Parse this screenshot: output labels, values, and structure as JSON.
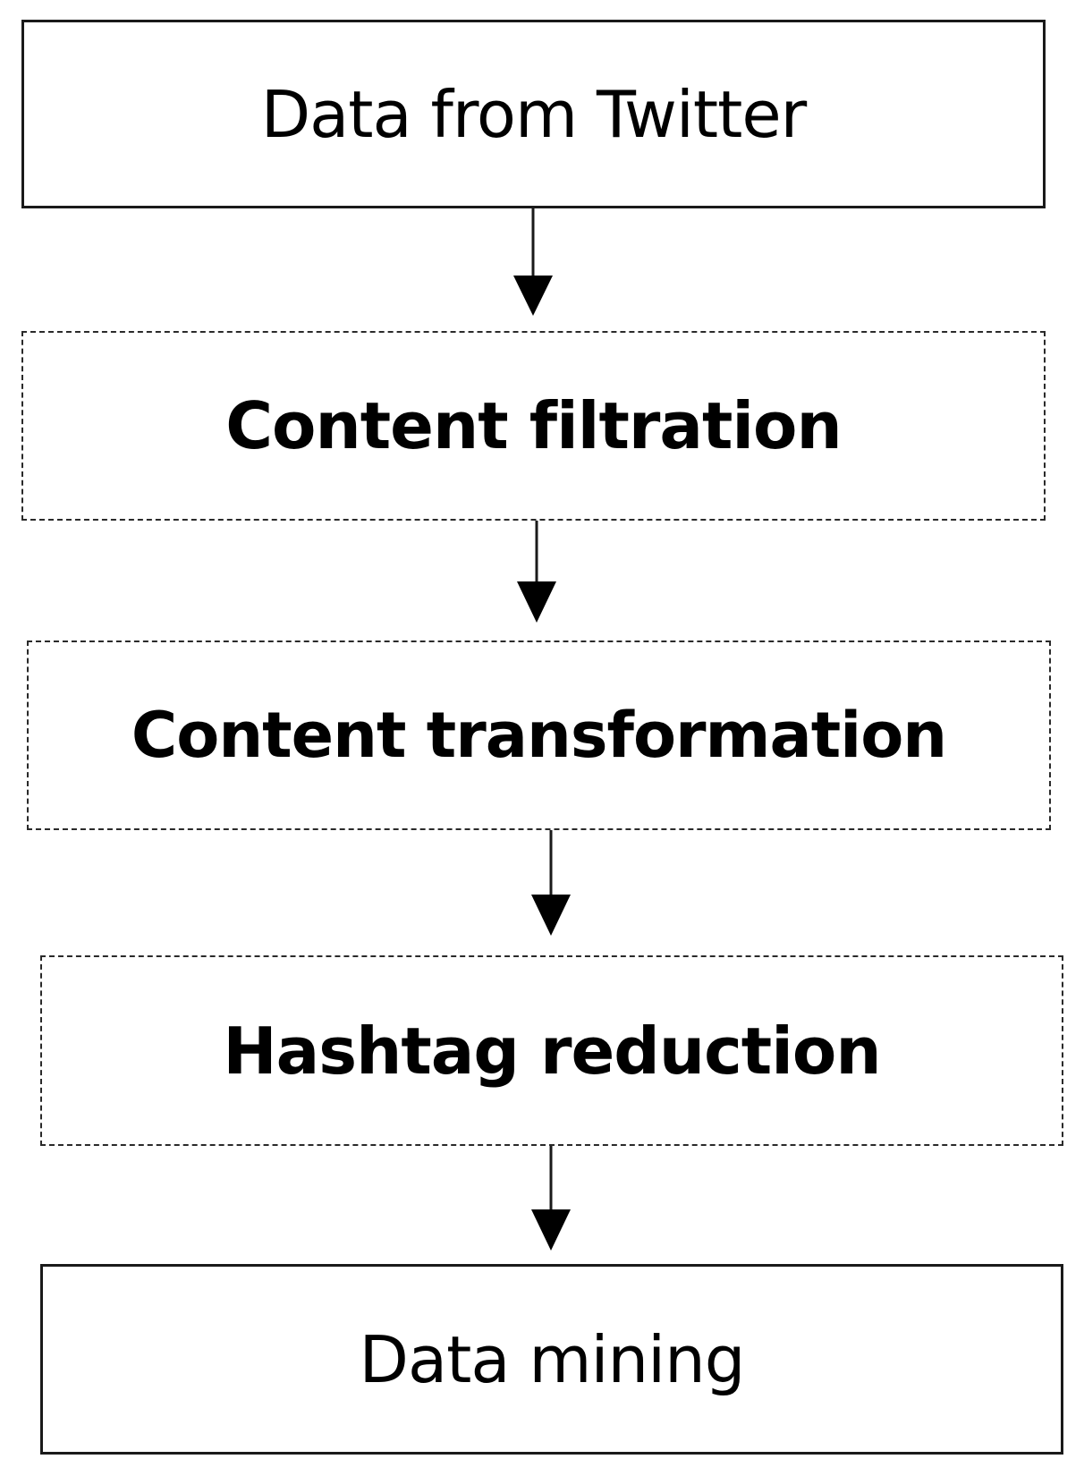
{
  "diagram": {
    "steps": [
      {
        "label": "Data from Twitter",
        "style": "solid"
      },
      {
        "label": "Content filtration",
        "style": "dashed"
      },
      {
        "label": "Content transformation",
        "style": "dashed"
      },
      {
        "label": "Hashtag reduction",
        "style": "dashed"
      },
      {
        "label": "Data mining",
        "style": "solid"
      }
    ],
    "colors": {
      "stroke": "#1a1a1a",
      "background": "#ffffff",
      "text": "#000000"
    }
  }
}
